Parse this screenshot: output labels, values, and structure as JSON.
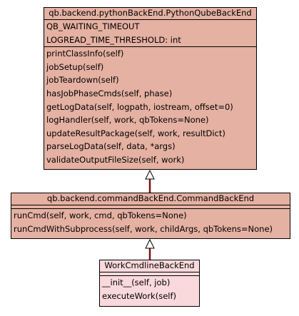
{
  "classes": {
    "python_qube": {
      "name": "qb.backend.pythonBackEnd.PythonQubeBackEnd",
      "attributes": [
        "QB_WAITING_TIMEOUT",
        "LOGREAD_TIME_THRESHOLD: int"
      ],
      "operations": [
        "printClassInfo(self)",
        "jobSetup(self)",
        "jobTeardown(self)",
        "hasJobPhaseCmds(self, phase)",
        "getLogData(self, logpath, iostream, offset=0)",
        "logHandler(self, work, qbTokens=None)",
        "updateResultPackage(self, work, resultDict)",
        "parseLogData(self, data, *args)",
        "validateOutputFileSize(self, work)"
      ],
      "fill_color": "#e5b1a2"
    },
    "command": {
      "name": "qb.backend.commandBackEnd.CommandBackEnd",
      "attributes": [],
      "operations": [
        "runCmd(self, work, cmd, qbTokens=None)",
        "runCmdWithSubprocess(self, work, childArgs, qbTokens=None)"
      ],
      "fill_color": "#e5b1a2"
    },
    "work_cmdline": {
      "name": "WorkCmdlineBackEnd",
      "attributes": [],
      "operations": [
        "__init__(self, job)",
        "executeWork(self)"
      ],
      "fill_color": "#f9d9db"
    }
  },
  "relations": [
    {
      "from": "command",
      "to": "python_qube",
      "type": "inheritance"
    },
    {
      "from": "work_cmdline",
      "to": "command",
      "type": "inheritance"
    }
  ],
  "colors": {
    "border": "#000000",
    "connector": "#7a1010"
  }
}
